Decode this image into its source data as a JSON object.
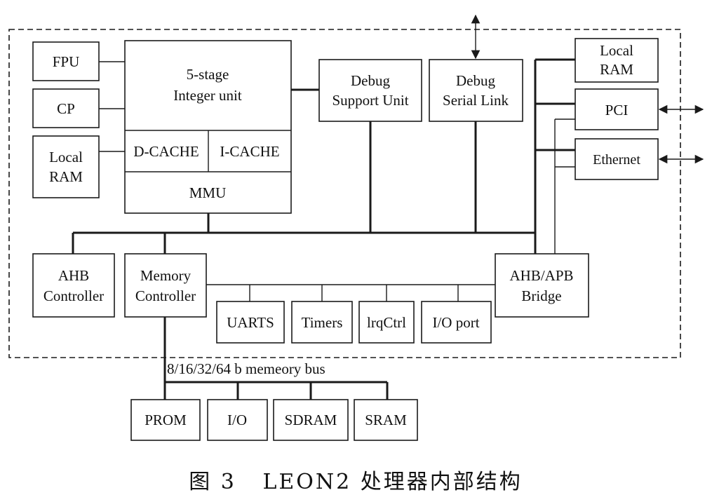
{
  "blocks": {
    "fpu": "FPU",
    "cp": "CP",
    "local_ram_left": [
      "Local",
      "RAM"
    ],
    "integer_unit": [
      "5-stage",
      "Integer unit"
    ],
    "d_cache": "D-CACHE",
    "i_cache": "I-CACHE",
    "mmu": "MMU",
    "debug_support_unit": [
      "Debug",
      "Support Unit"
    ],
    "debug_serial_link": [
      "Debug",
      "Serial Link"
    ],
    "local_ram_right": [
      "Local",
      "RAM"
    ],
    "pci": "PCI",
    "ethernet": "Ethernet",
    "ahb_controller": [
      "AHB",
      "Controller"
    ],
    "memory_controller": [
      "Memory",
      "Controller"
    ],
    "ahb_apb_bridge": [
      "AHB/APB",
      "Bridge"
    ],
    "uarts": "UARTS",
    "timers": "Timers",
    "irqctrl": "lrqCtrl",
    "io_port": "I/O port",
    "prom": "PROM",
    "io": "I/O",
    "sdram": "SDRAM",
    "sram": "SRAM"
  },
  "memory_bus_label": "8/16/32/64 b memeory bus",
  "caption": "图 3   LEON2 处理器内部结构"
}
